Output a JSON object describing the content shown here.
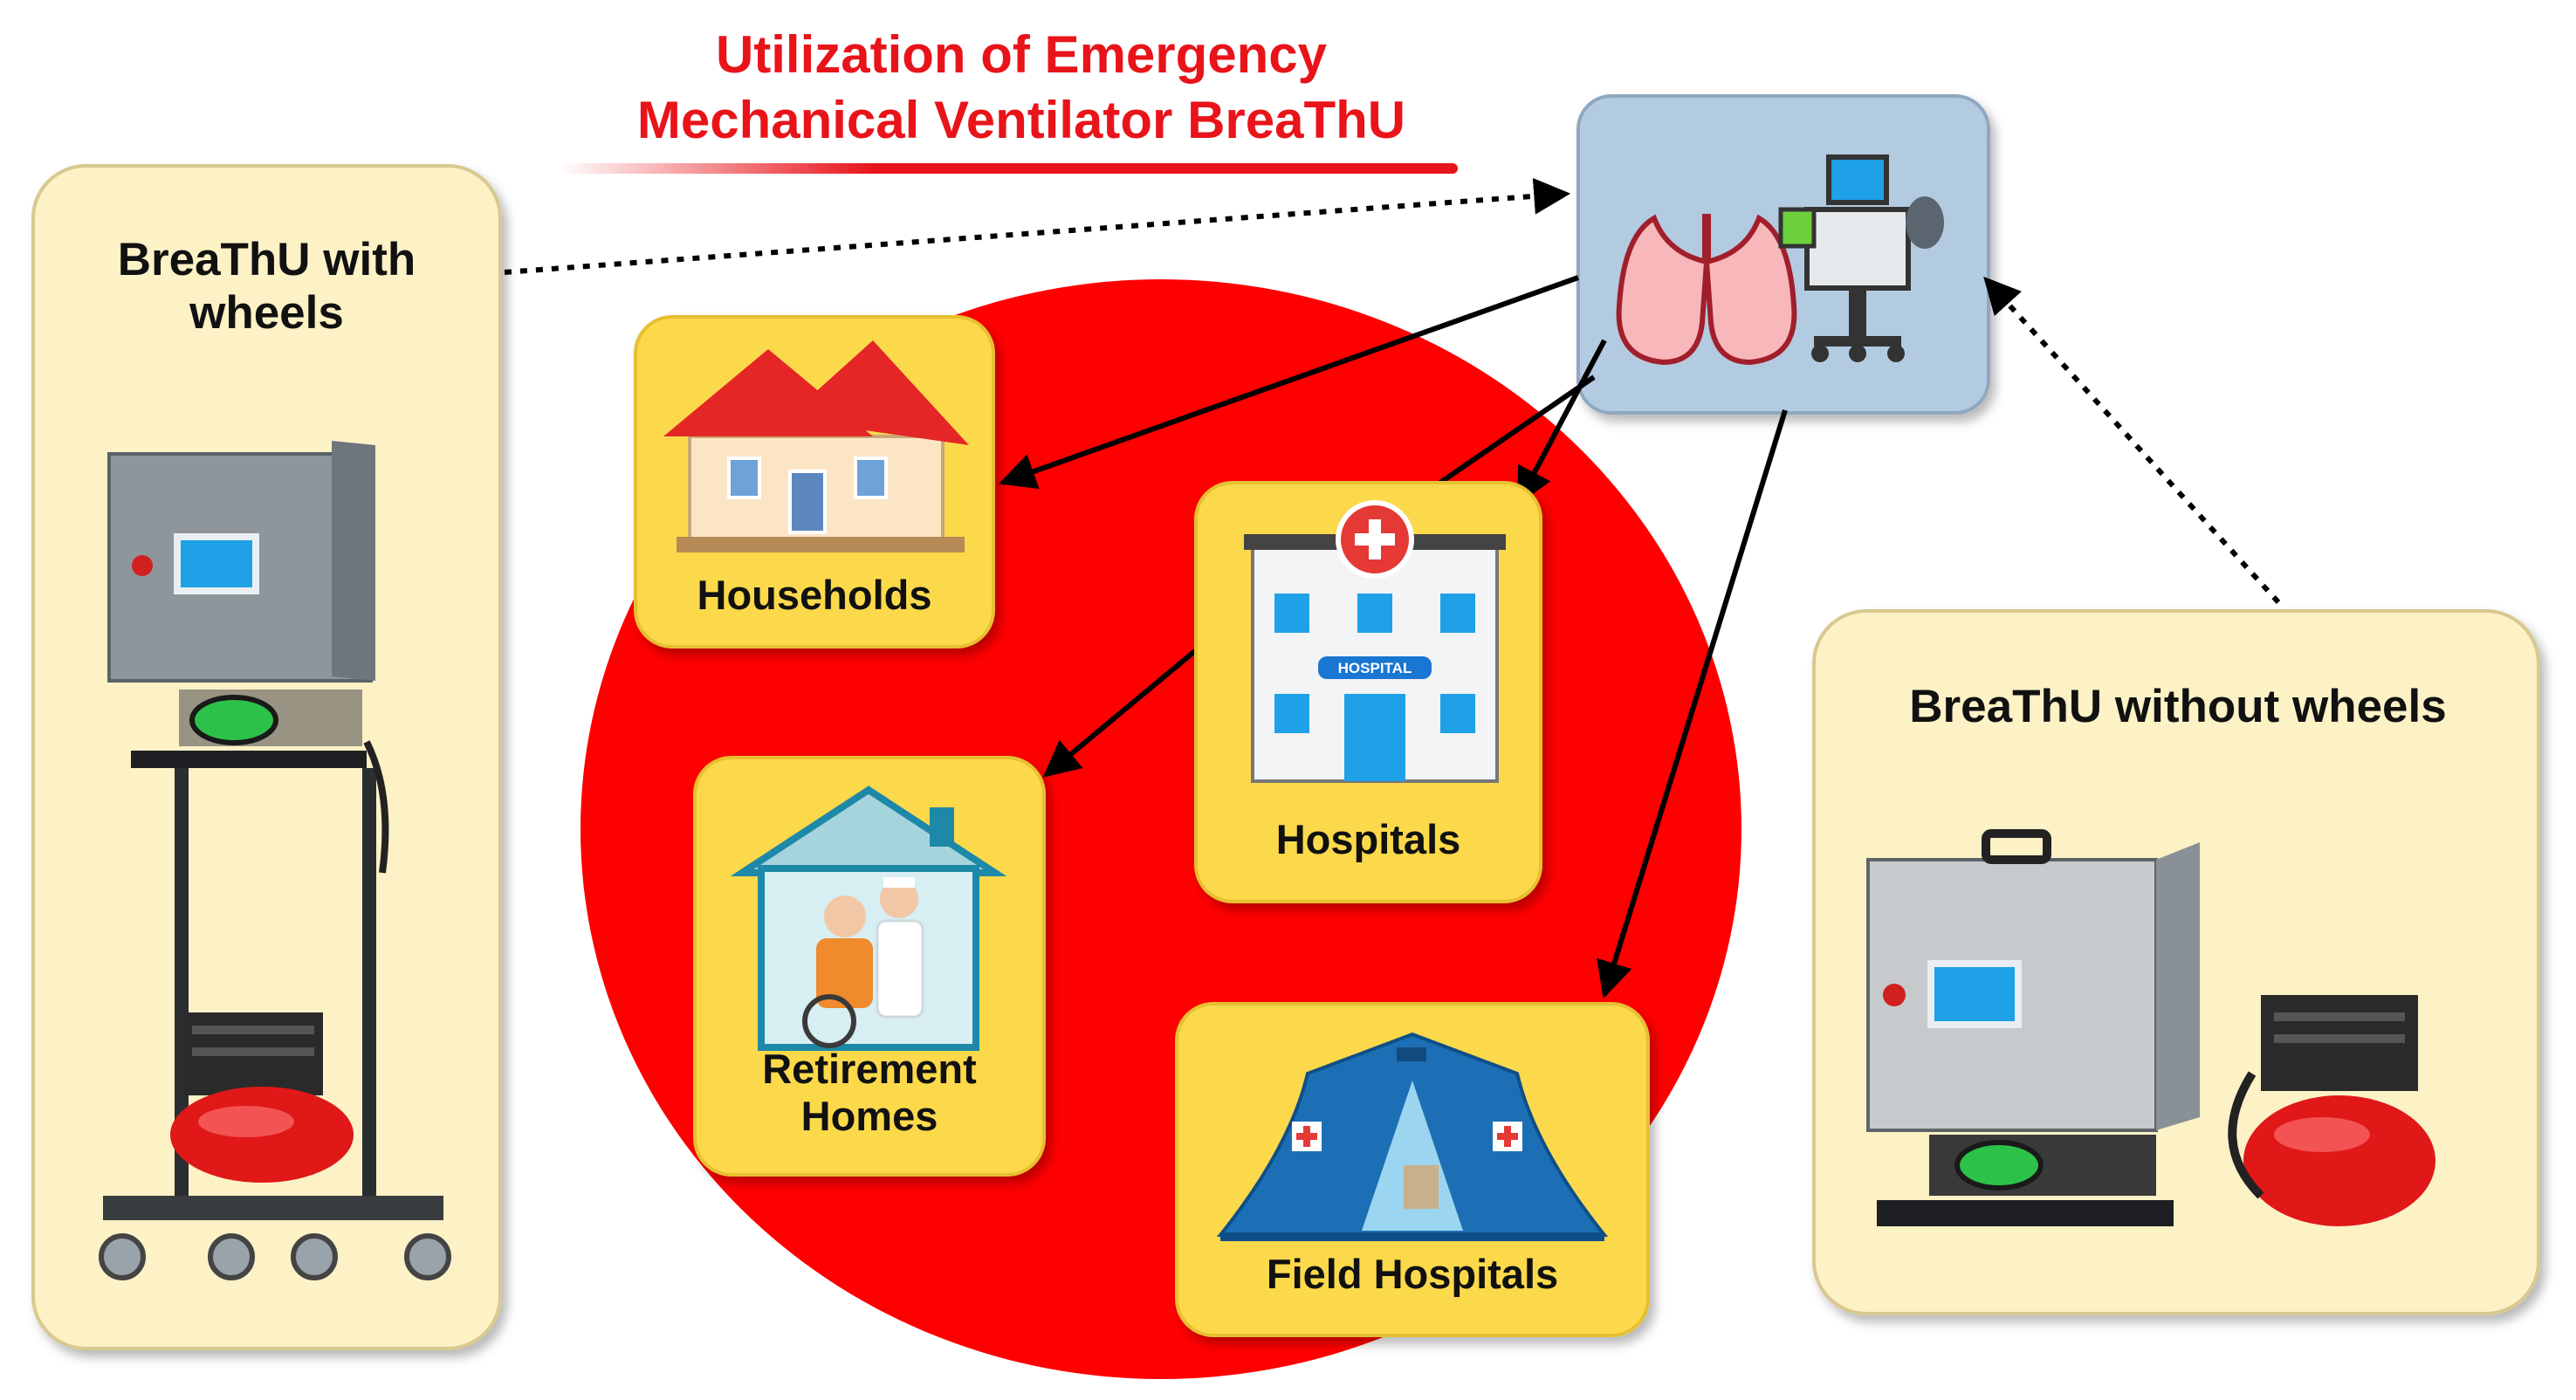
{
  "title": {
    "line1": "Utilization of Emergency",
    "line2": "Mechanical Ventilator BreaThU"
  },
  "panels": {
    "with_wheels": {
      "label_line1": "BreaThU with",
      "label_line2": "wheels"
    },
    "without_wheels": {
      "label": "BreaThU without wheels"
    }
  },
  "locations": {
    "households": "Households",
    "hospitals": "Hospitals",
    "hospital_sign": "HOSPITAL",
    "retirement_line1": "Retirement",
    "retirement_line2": "Homes",
    "field_hospitals": "Field Hospitals"
  },
  "icons": {
    "center": [
      "lungs-icon",
      "ventilator-icon"
    ],
    "households": "house-icon",
    "hospitals": "hospital-building-icon",
    "retirement": "elderly-care-icon",
    "field_hospitals": "tent-icon"
  },
  "colors": {
    "title_red": "#e8141a",
    "circle_red": "#ff0000",
    "panel_cream": "#fdf1c6",
    "tile_yellow": "#fcd94c",
    "center_blue": "#b3cbe1"
  }
}
